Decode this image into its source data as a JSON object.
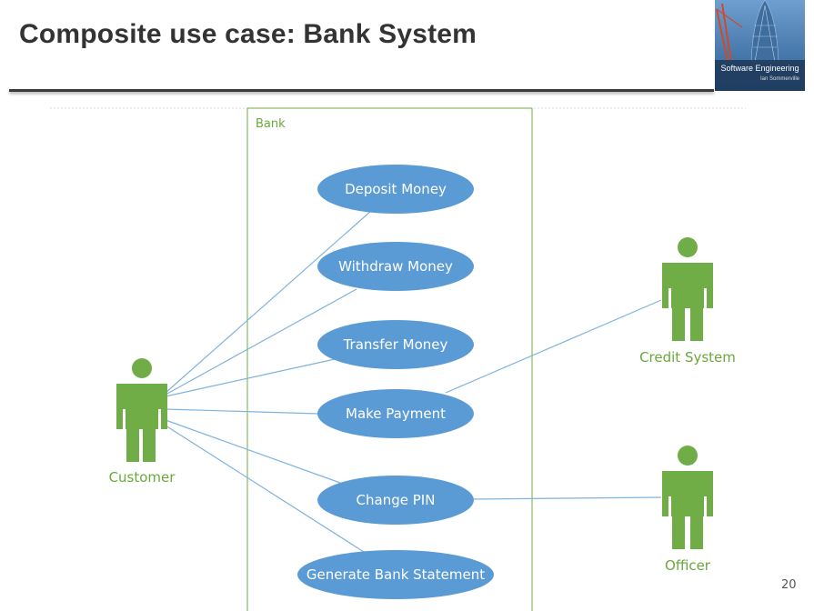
{
  "slide": {
    "title": "Composite use case: Bank System",
    "page_number": "20"
  },
  "book_cover": {
    "title": "Software Engineering",
    "author": "Ian Sommerville"
  },
  "diagram": {
    "system_name": "Bank",
    "use_cases": [
      {
        "id": "deposit",
        "label": "Deposit Money"
      },
      {
        "id": "withdraw",
        "label": "Withdraw Money"
      },
      {
        "id": "transfer",
        "label": "Transfer Money"
      },
      {
        "id": "payment",
        "label": "Make Payment"
      },
      {
        "id": "pin",
        "label": "Change PIN"
      },
      {
        "id": "statement",
        "label": "Generate Bank Statement"
      }
    ],
    "actors": [
      {
        "id": "customer",
        "label": "Customer"
      },
      {
        "id": "credit",
        "label": "Credit System"
      },
      {
        "id": "officer",
        "label": "Officer"
      }
    ],
    "associations": [
      {
        "actor": "customer",
        "use_case": "deposit"
      },
      {
        "actor": "customer",
        "use_case": "withdraw"
      },
      {
        "actor": "customer",
        "use_case": "transfer"
      },
      {
        "actor": "customer",
        "use_case": "payment"
      },
      {
        "actor": "customer",
        "use_case": "pin"
      },
      {
        "actor": "customer",
        "use_case": "statement"
      },
      {
        "actor": "credit",
        "use_case": "payment"
      },
      {
        "actor": "officer",
        "use_case": "pin"
      }
    ],
    "colors": {
      "use_case_fill": "#5b9bd5",
      "actor_fill": "#70ad47",
      "actor_label": "#6aa83c",
      "association_line": "#7fb3df",
      "system_border": "#70ad47"
    }
  }
}
